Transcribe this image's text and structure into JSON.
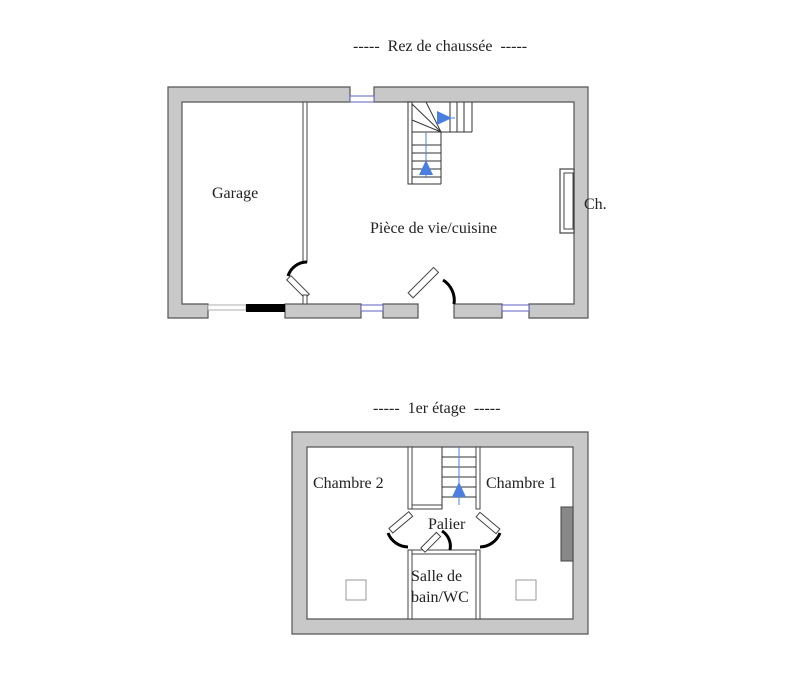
{
  "floors": [
    {
      "id": "ground",
      "title": "-----  Rez de chaussée  -----",
      "rooms": [
        {
          "name": "Garage"
        },
        {
          "name": "Pièce de vie/cuisine"
        },
        {
          "name": "Ch."
        }
      ]
    },
    {
      "id": "first",
      "title": "-----  1er étage  -----",
      "rooms": [
        {
          "name": "Chambre 2"
        },
        {
          "name": "Chambre 1"
        },
        {
          "name": "Palier"
        },
        {
          "name": "Salle de"
        },
        {
          "name": "bain/WC"
        }
      ]
    }
  ],
  "colors": {
    "wall_fill": "#c8c8c8",
    "wall_stroke": "#555555",
    "window": "#6060c0",
    "stair_arrow": "#4a7fe0",
    "door_swing": "#000000"
  }
}
